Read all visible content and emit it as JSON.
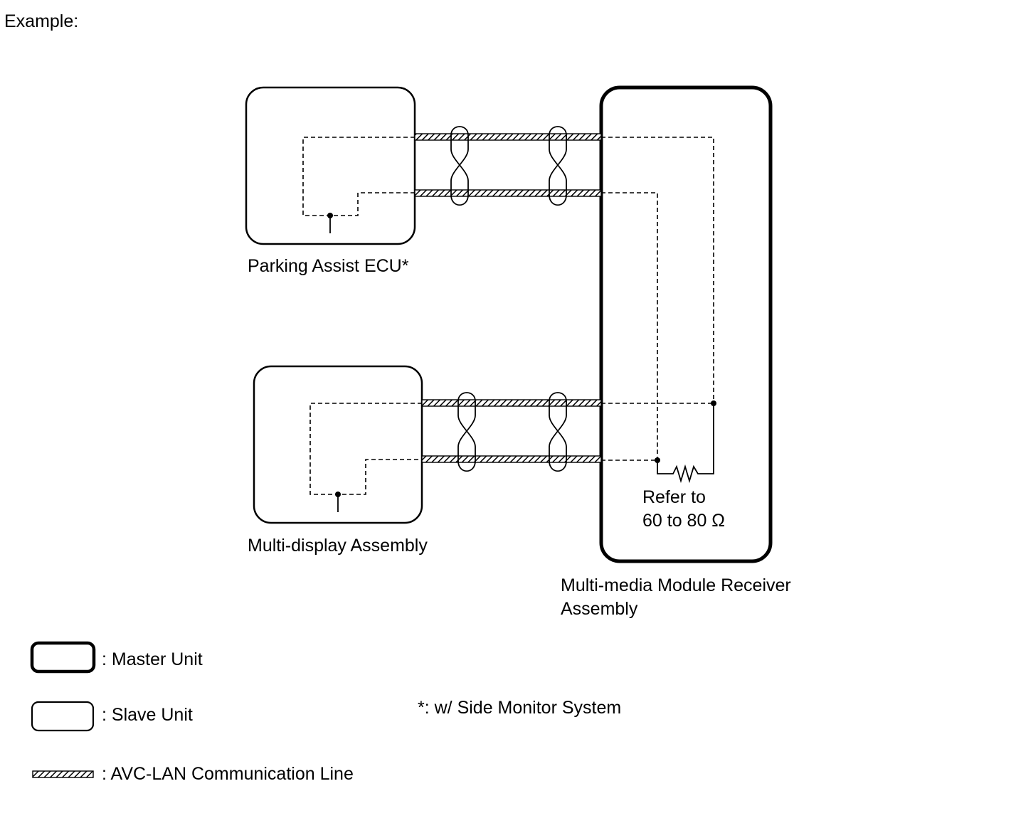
{
  "heading": "Example:",
  "units": {
    "parking_assist_ecu": "Parking Assist ECU*",
    "multi_display": "Multi-display Assembly",
    "receiver_line1": "Multi-media Module Receiver",
    "receiver_line2": "Assembly"
  },
  "resistor": {
    "line1": "Refer to",
    "line2": "60 to 80 Ω"
  },
  "legend": {
    "master": ": Master Unit",
    "slave": ": Slave Unit",
    "avc_lan": ": AVC-LAN Communication Line"
  },
  "footnote": "*: w/ Side Monitor System"
}
